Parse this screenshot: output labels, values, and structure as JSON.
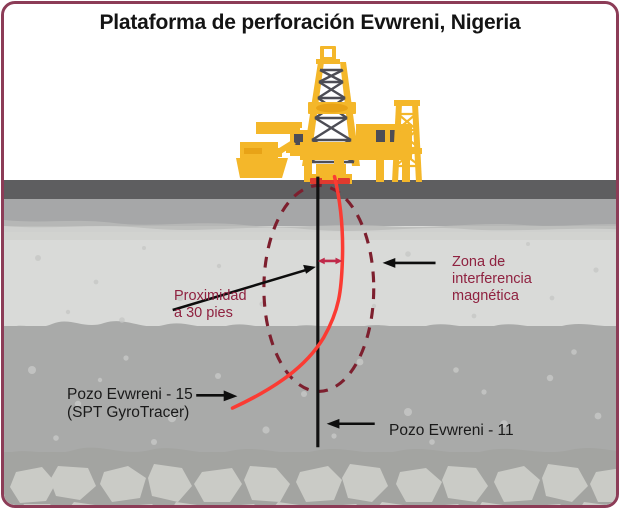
{
  "title": "Plataforma de perforación Evwreni, Nigeria",
  "diagram": {
    "rig": {
      "name": "drilling-rig",
      "color": "#f4b72a",
      "derrick_color": "#4d4d55"
    },
    "wells": [
      {
        "id": "evwreni-11",
        "label": "Pozo Evwreni - 11",
        "color": "#1a1a1a",
        "style": "vertical"
      },
      {
        "id": "evwreni-15",
        "label": "Pozo Evwreni - 15\n(SPT GyroTracer)",
        "color": "#fb3b33",
        "style": "deviated"
      }
    ],
    "annotations": [
      {
        "id": "zona-interferencia",
        "label": "Zona de\ninterferencia\nmagnética",
        "color": "#8f2240",
        "marker": "dashed-ellipse"
      },
      {
        "id": "proximidad",
        "label": "Proximidad\na 30 pies",
        "color": "#8f2240",
        "marker": "double-arrow"
      }
    ],
    "layers": [
      {
        "name": "surface-asphalt",
        "color": "#5e5e60"
      },
      {
        "name": "subsoil",
        "color": "#a6a7a8"
      },
      {
        "name": "light-sediment",
        "color": "#d9dad8"
      },
      {
        "name": "mid-sediment",
        "color": "#a9aaa9"
      },
      {
        "name": "cobble-bed",
        "color": "#a3a4a1"
      }
    ],
    "frame_color": "#8c3c57",
    "ellipse_color": "#7d1f2e"
  }
}
